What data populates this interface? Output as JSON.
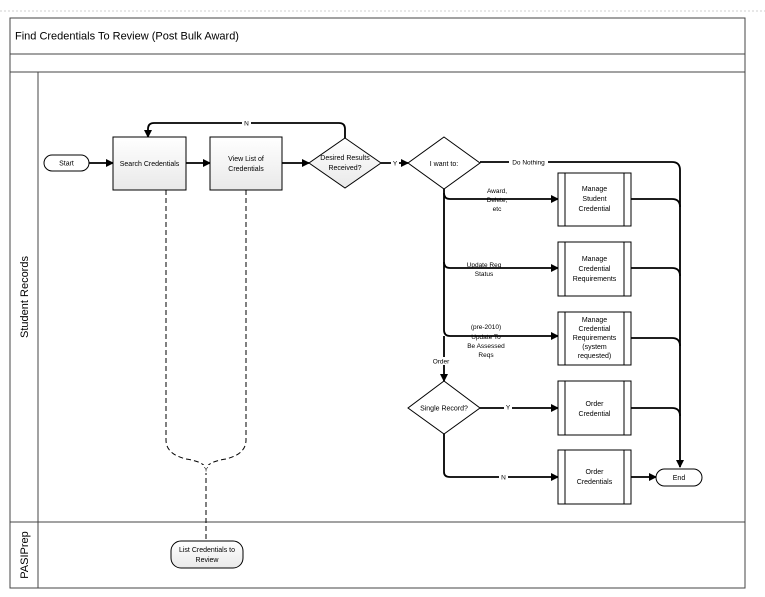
{
  "title": "Find Credentials To Review (Post Bulk Award)",
  "lanes": {
    "student_records": "Student Records",
    "pasiprep": "PASIPrep"
  },
  "nodes": {
    "start": "Start",
    "search_credentials": "Search Credentials",
    "view_list": [
      "View List of",
      "Credentials"
    ],
    "desired_results": [
      "Desired Results",
      "Received?"
    ],
    "i_want_to": "I want to:",
    "manage_student_credential": [
      "Manage",
      "Student",
      "Credential"
    ],
    "manage_credential_requirements": [
      "Manage",
      "Credential",
      "Requirements"
    ],
    "manage_credential_requirements_system": [
      "Manage",
      "Credential",
      "Requirements",
      "(system",
      "requested)"
    ],
    "single_record": "Single Record?",
    "order_credential": [
      "Order",
      "Credential"
    ],
    "order_credentials": [
      "Order",
      "Credentials"
    ],
    "end": "End",
    "list_credentials": [
      "List Credentials to",
      "Review"
    ]
  },
  "edges": {
    "n": "N",
    "y": "Y",
    "do_nothing": "Do Nothing",
    "award_delete": [
      "Award,",
      "Delete,",
      "etc"
    ],
    "update_req_status": [
      "Update Req",
      "Status"
    ],
    "pre2010": [
      "(pre-2010)",
      "Update To",
      "Be Assessed",
      "Reqs"
    ],
    "order": "Order",
    "single_y": "Y",
    "single_n": "N",
    "brace_y": "Y"
  }
}
